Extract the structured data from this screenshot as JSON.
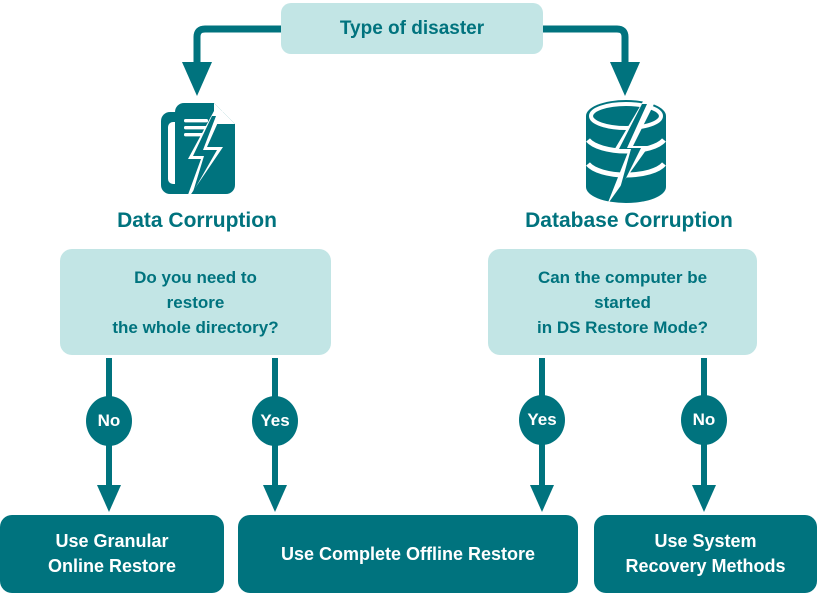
{
  "diagram": {
    "title": "Type of disaster",
    "theme": {
      "light_teal": "#c2e5e5",
      "dark_teal": "#00737e",
      "text_on_dark": "#ffffff",
      "background": "#ffffff"
    },
    "root": {
      "label": "Type of disaster"
    },
    "branches": [
      {
        "id": "data-corruption",
        "icon": "document-stack-lightning-icon",
        "label": "Data Corruption",
        "question_line1": "Do you need to",
        "question_line2": "restore",
        "question_line3": "the whole directory?",
        "answers": [
          {
            "value": "No",
            "result_line1": "Use Granular",
            "result_line2": "Online Restore"
          },
          {
            "value": "Yes",
            "result_line1": "Use Complete Offline Restore",
            "result_line2": ""
          }
        ]
      },
      {
        "id": "database-corruption",
        "icon": "database-cylinder-lightning-icon",
        "label": "Database Corruption",
        "question_line1": "Can the computer be",
        "question_line2": "started",
        "question_line3": "in DS Restore Mode?",
        "answers": [
          {
            "value": "Yes",
            "result_line1": "Use Complete Offline Restore",
            "result_line2": ""
          },
          {
            "value": "No",
            "result_line1": "Use System",
            "result_line2": "Recovery Methods"
          }
        ]
      }
    ],
    "results": [
      {
        "id": "granular-online-restore",
        "line1": "Use Granular",
        "line2": "Online Restore"
      },
      {
        "id": "complete-offline-restore",
        "line1": "Use Complete Offline Restore",
        "line2": ""
      },
      {
        "id": "system-recovery-methods",
        "line1": "Use System",
        "line2": "Recovery Methods"
      }
    ],
    "pills": [
      {
        "id": "left-no",
        "value": "No"
      },
      {
        "id": "left-yes",
        "value": "Yes"
      },
      {
        "id": "right-yes",
        "value": "Yes"
      },
      {
        "id": "right-no",
        "value": "No"
      }
    ]
  }
}
